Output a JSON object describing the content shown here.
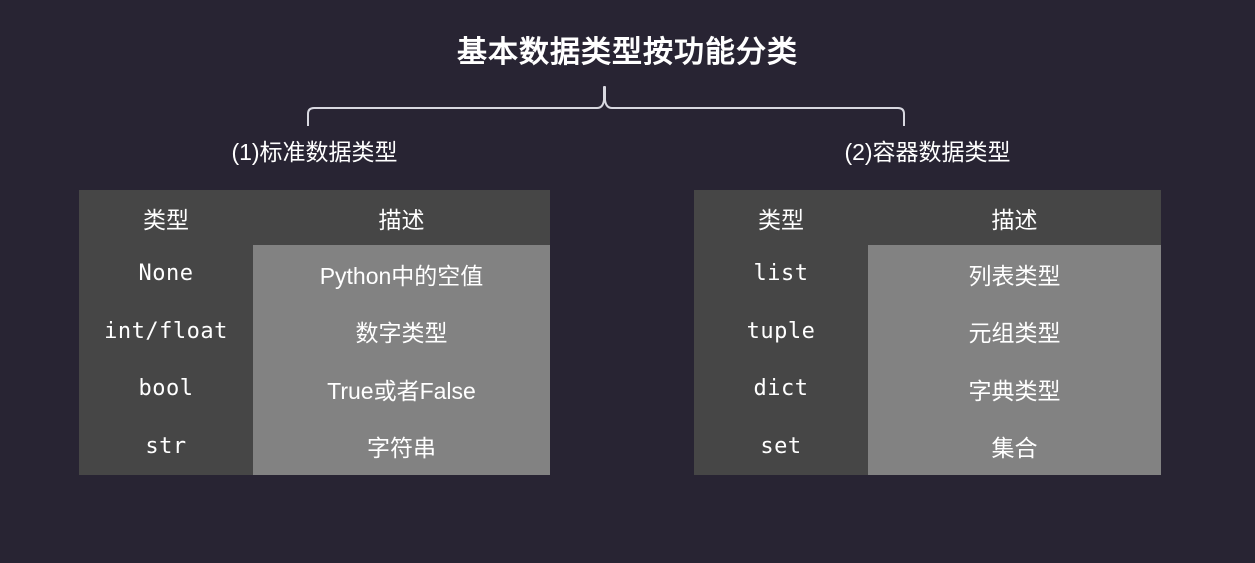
{
  "slide": {
    "title": "基本数据类型按功能分类",
    "background_color": "#282433",
    "text_color": "#ffffff",
    "table_header_bg": "#464646",
    "table_desc_bg": "#828282"
  },
  "connector": {
    "name": "bracket-connector",
    "stroke_color": "#d8d8e0"
  },
  "groups": [
    {
      "id": "standard",
      "label": "(1)标准数据类型",
      "table": {
        "columns": [
          "类型",
          "描述"
        ],
        "rows": [
          {
            "type": "None",
            "desc": "Python中的空值"
          },
          {
            "type": "int/float",
            "desc": "数字类型"
          },
          {
            "type": "bool",
            "desc": "True或者False"
          },
          {
            "type": "str",
            "desc": "字符串"
          }
        ]
      }
    },
    {
      "id": "container",
      "label": "(2)容器数据类型",
      "table": {
        "columns": [
          "类型",
          "描述"
        ],
        "rows": [
          {
            "type": "list",
            "desc": "列表类型"
          },
          {
            "type": "tuple",
            "desc": "元组类型"
          },
          {
            "type": "dict",
            "desc": "字典类型"
          },
          {
            "type": "set",
            "desc": "集合"
          }
        ]
      }
    }
  ]
}
